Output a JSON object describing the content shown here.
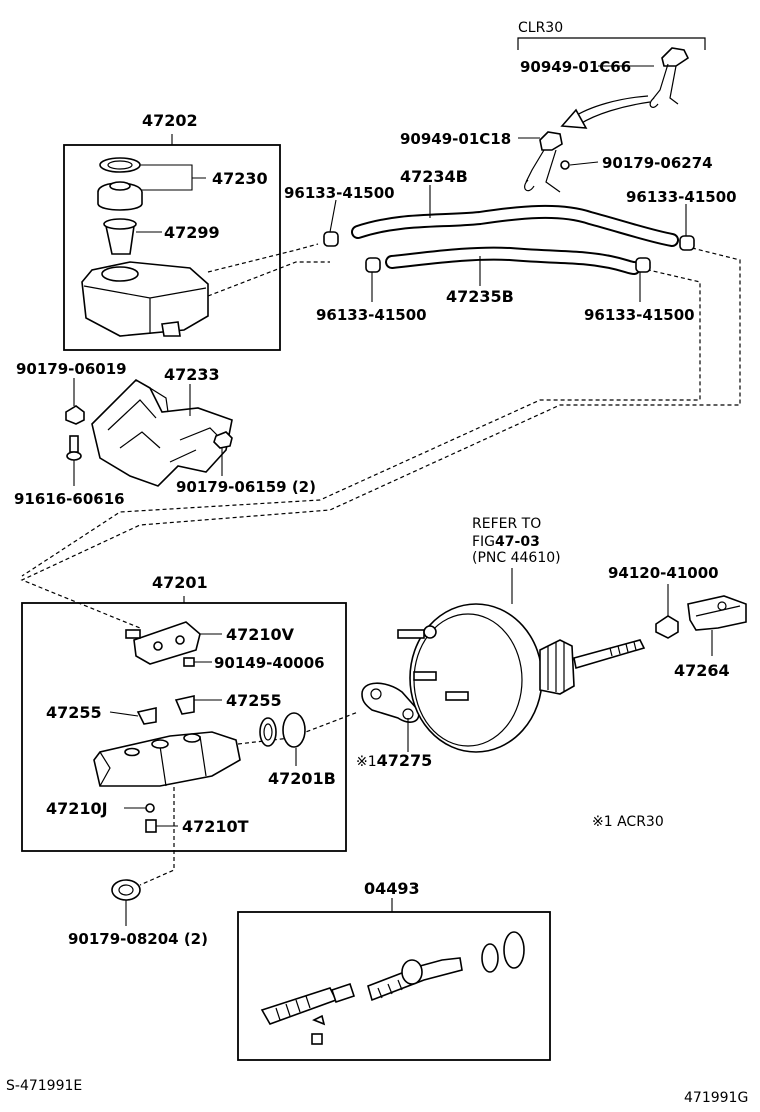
{
  "diagram": {
    "corner_left": "S-471991E",
    "corner_right": "471991G",
    "variant_clr": "CLR30",
    "footnote": "※1 ACR30",
    "refer_line1": "REFER TO",
    "refer_fig_prefix": "FIG",
    "refer_fig_num": "47-03",
    "refer_pnc": "(PNC 44610)",
    "parts": {
      "p47202": "47202",
      "p47230": "47230",
      "p47299": "47299",
      "p90949_01C66": "90949-01C66",
      "p90949_01C18": "90949-01C18",
      "p90179_06274": "90179-06274",
      "p47234B": "47234B",
      "p96133_a": "96133-41500",
      "p96133_b": "96133-41500",
      "p96133_c": "96133-41500",
      "p96133_d": "96133-41500",
      "p47235B": "47235B",
      "p90179_06019": "90179-06019",
      "p47233": "47233",
      "p91616_60616": "91616-60616",
      "p90179_06159": "90179-06159 (2)",
      "p47201": "47201",
      "p47210V": "47210V",
      "p90149_40006": "90149-40006",
      "p47255_a": "47255",
      "p47255_b": "47255",
      "p47201B": "47201B",
      "p47275": "47275",
      "p47275_mark": "※1",
      "p47210J": "47210J",
      "p47210T": "47210T",
      "p94120_41000": "94120-41000",
      "p47264": "47264",
      "p90179_08204": "90179-08204 (2)",
      "p04493": "04493"
    }
  }
}
